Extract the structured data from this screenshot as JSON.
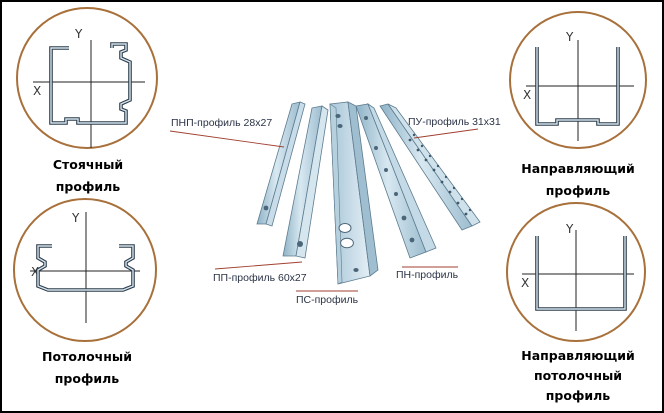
{
  "colors": {
    "circle_border": "#a8703a",
    "profile_metal": "#b9d3e1",
    "leader_line": "#a04030",
    "frame": "#000000"
  },
  "section_panels": [
    {
      "caption_lines": [
        "Стоячный",
        "профиль"
      ],
      "axis_x": "X",
      "axis_y": "Y"
    },
    {
      "caption_lines": [
        "Потолочный",
        "профиль"
      ],
      "axis_x": "X",
      "axis_y": "Y"
    },
    {
      "caption_lines": [
        "Направляющий",
        "профиль"
      ],
      "axis_x": "X",
      "axis_y": "Y"
    },
    {
      "caption_lines": [
        "Направляющий",
        "потолочный",
        "профиль"
      ],
      "axis_x": "X",
      "axis_y": "Y"
    }
  ],
  "profile_labels": [
    {
      "text": "ПНП-профиль 28x27"
    },
    {
      "text": "ПУ-профиль 31x31"
    },
    {
      "text": "ПП-профиль 60x27"
    },
    {
      "text": "ПН-профиль"
    },
    {
      "text": "ПС-профиль"
    }
  ]
}
